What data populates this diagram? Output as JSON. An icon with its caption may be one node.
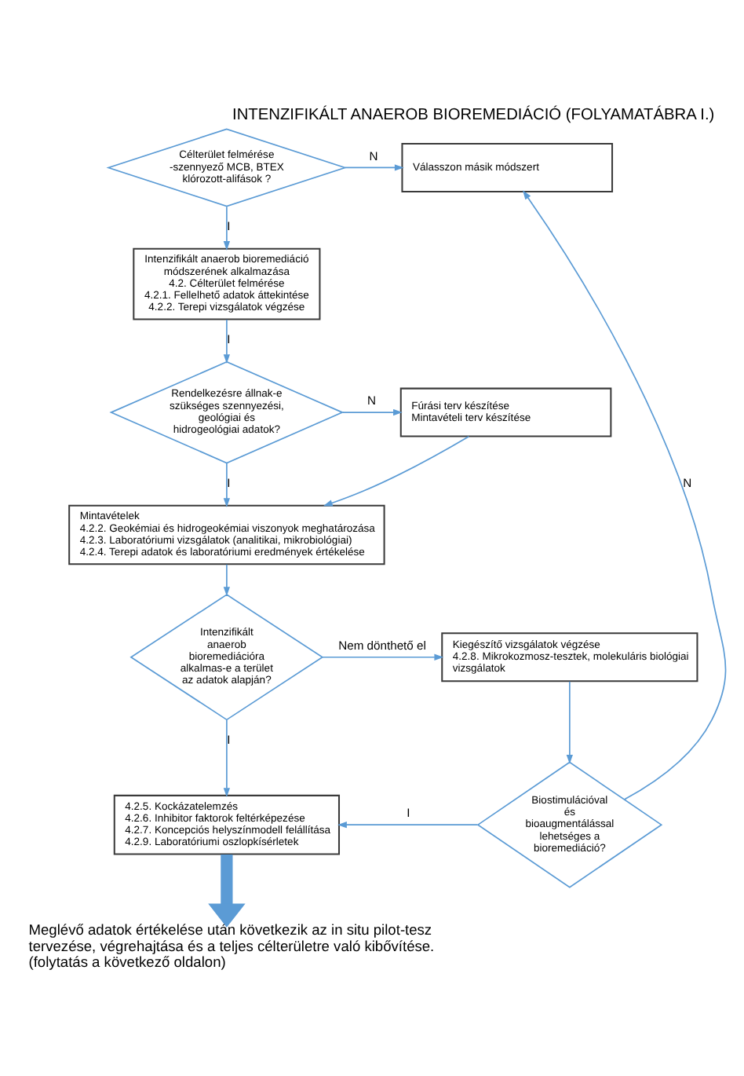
{
  "diagram": {
    "title": "INTENZIFIKÁLT ANAEROB BIOREMEDIÁCIÓ (FOLYAMATÁBRA I.)",
    "nodes": [
      {
        "text": [
          "Célterület felmérése -szennyező MCB, BTEX klórozott-alifások ?"
        ]
      },
      {
        "text": [
          "Válasszon másik módszert"
        ]
      },
      {
        "text": [
          "Intenzifikált anaerob bioremediáció módszerének alkalmazása",
          "4.2. Célterület felmérése",
          "4.2.1. Fellelhető adatok áttekintése",
          "4.2.2. Terepi vizsgálatok végzése"
        ]
      },
      {
        "text": [
          "Rendelkezésre állnak-e szükséges szennyezési, geológiai és hidrogeológiai adatok?"
        ]
      },
      {
        "text": [
          "Fúrási terv készítése",
          "Mintavételi terv készítése"
        ]
      },
      {
        "text": [
          "Mintavételek",
          "4.2.2. Geokémiai és hidrogeokémiai viszonyok meghatározása",
          "4.2.3. Laboratóriumi vizsgálatok (analitikai, mikrobiológiai)",
          "4.2.4. Terepi adatok és laboratóriumi eredmények értékelése"
        ]
      },
      {
        "text": [
          "Intenzifikált anaerob bioremediációra alkalmas-e a terület az adatok alapján?"
        ]
      },
      {
        "text": [
          "Kiegészítő vizsgálatok végzése",
          "4.2.8. Mikrokozmosz-tesztek, molekuláris biológiai vizsgálatok"
        ]
      },
      {
        "text": [
          "Biostimulációval és bioaugmentálással lehetséges a bioremediáció?"
        ]
      },
      {
        "text": [
          "4.2.5. Kockázatelemzés",
          "4.2.6. Inhibitor faktorok feltérképezése",
          "4.2.7. Koncepciós helyszínmodell felállítása",
          "4.2.9. Laboratóriumi oszlopkísérletek"
        ]
      },
      {
        "text": [
          "Meglévő adatok értékelése után következik az in situ pilot-tesz tervezése, végrehajtása és a teljes célterületre való kibővítése.",
          "(folytatás a következő oldalon)"
        ]
      }
    ],
    "edges": [
      {
        "from": 0,
        "to": 1,
        "arrow": "to",
        "label": "N"
      },
      {
        "from": 0,
        "to": 2,
        "arrow": "to",
        "label": "I"
      },
      {
        "from": 2,
        "to": 3,
        "arrow": "to",
        "label": "I"
      },
      {
        "from": 3,
        "to": 4,
        "arrow": "to",
        "label": "N"
      },
      {
        "from": 3,
        "to": 5,
        "arrow": "to",
        "label": "I"
      },
      {
        "from": 4,
        "to": 5,
        "arrow": "to"
      },
      {
        "from": 5,
        "to": 6,
        "arrow": "to"
      },
      {
        "from": 6,
        "to": 7,
        "arrow": "to",
        "label": "Nem dönthető el"
      },
      {
        "from": 6,
        "to": 9,
        "arrow": "to",
        "label": "I"
      },
      {
        "from": 7,
        "to": 8,
        "arrow": "to"
      },
      {
        "from": 8,
        "to": 9,
        "arrow": "to",
        "label": "I"
      },
      {
        "from": 8,
        "to": 1,
        "arrow": "to",
        "label": "N"
      },
      {
        "from": 9,
        "to": 10,
        "arrow": "to",
        "style": "thick"
      }
    ]
  }
}
